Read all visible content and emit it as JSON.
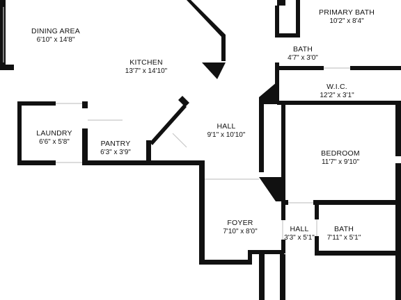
{
  "plan": {
    "wall_color": "#111111",
    "background": "#ffffff",
    "rooms": [
      {
        "id": "dining-area",
        "name": "DINING AREA",
        "dimensions": "6'10\" x 14'8\""
      },
      {
        "id": "kitchen",
        "name": "KITCHEN",
        "dimensions": "13'7\" x 14'10\""
      },
      {
        "id": "primary-bath",
        "name": "PRIMARY BATH",
        "dimensions": "10'2\" x 8'4\""
      },
      {
        "id": "bath-upper",
        "name": "BATH",
        "dimensions": "4'7\" x 3'0\""
      },
      {
        "id": "wic",
        "name": "W.I.C.",
        "dimensions": "12'2\" x 3'1\""
      },
      {
        "id": "laundry",
        "name": "LAUNDRY",
        "dimensions": "6'6\" x 5'8\""
      },
      {
        "id": "pantry",
        "name": "PANTRY",
        "dimensions": "6'3\" x 3'9\""
      },
      {
        "id": "hall-main",
        "name": "HALL",
        "dimensions": "9'1\" x 10'10\""
      },
      {
        "id": "bedroom",
        "name": "BEDROOM",
        "dimensions": "11'7\" x 9'10\""
      },
      {
        "id": "foyer",
        "name": "FOYER",
        "dimensions": "7'10\" x 8'0\""
      },
      {
        "id": "hall-small",
        "name": "HALL",
        "dimensions": "3'3\" x 5'1\""
      },
      {
        "id": "bath-lower",
        "name": "BATH",
        "dimensions": "7'11\" x 5'1\""
      }
    ]
  }
}
